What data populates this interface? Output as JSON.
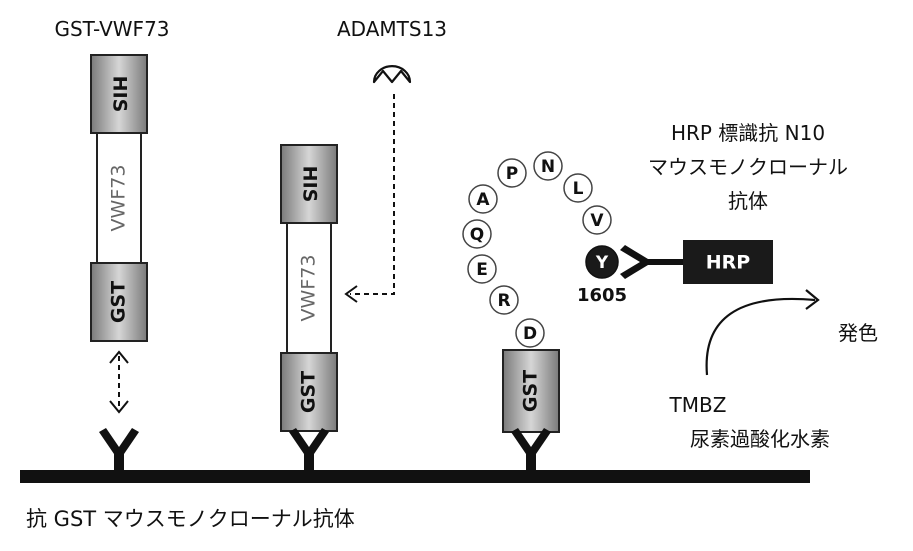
{
  "labels": {
    "gst_vwf73": "GST-VWF73",
    "adamts13": "ADAMTS13",
    "hrp_antibody": [
      "HRP 標識抗 N10",
      "マウスモノクローナル",
      "抗体"
    ],
    "color_development": "発色",
    "tmbz": "TMBZ",
    "h2o2": "尿素過酸化水素",
    "bottom": "抗 GST マウスモノクローナル抗体",
    "residue_number": "1605"
  },
  "constructs": [
    {
      "his": "HIS",
      "mid": "VWF73",
      "gst": "GST"
    },
    {
      "his": "HIS",
      "mid": "VWF73",
      "gst": "GST"
    }
  ],
  "gst3": "GST",
  "hrp": "HRP",
  "peptide": [
    "D",
    "R",
    "E",
    "Q",
    "A",
    "P",
    "N",
    "L",
    "V",
    "Y"
  ]
}
